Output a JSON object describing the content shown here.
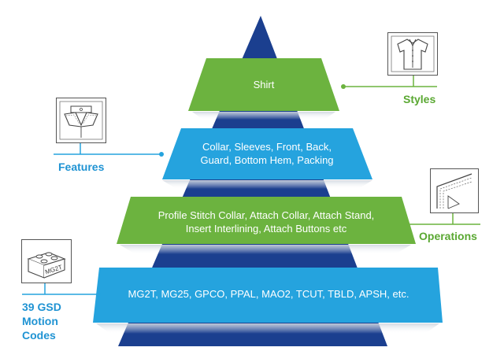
{
  "levels": [
    {
      "text": "Shirt"
    },
    {
      "text": "Collar, Sleeves, Front, Back,\nGuard, Bottom Hem, Packing"
    },
    {
      "text": "Profile Stitch Collar, Attach Collar, Attach Stand,\nInsert Interlining, Attach Buttons etc"
    },
    {
      "text": "MG2T, MG25, GPCO, PPAL, MAO2, TCUT, TBLD, APSH, etc."
    }
  ],
  "labels": {
    "styles": "Styles",
    "features": "Features",
    "operations": "Operations",
    "codes": "39 GSD\nMotion\nCodes"
  },
  "icons": {
    "styles": "shirt-icon",
    "features": "collar-icon",
    "operations": "stitch-icon",
    "codes": "lego-brick-icon",
    "brick_text": "MG2T"
  },
  "colors": {
    "navy": "#1b3f8f",
    "green": "#6cb33f",
    "blue": "#25a3de",
    "label_green": "#5aa832",
    "label_blue": "#1f93d3"
  }
}
